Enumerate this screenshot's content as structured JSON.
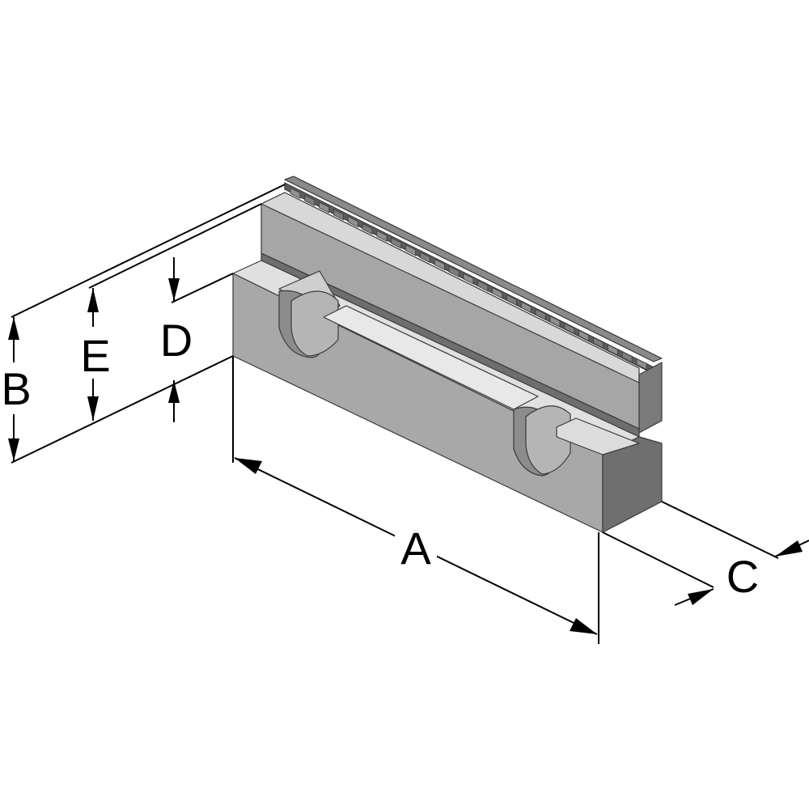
{
  "diagram": {
    "subject": "soft-jaw-block",
    "colors": {
      "background": "#ffffff",
      "face_top_light": "#e6e6e6",
      "face_front": "#a9a9a9",
      "face_side": "#7a7a7a",
      "face_dark": "#6b6b6b",
      "serration": "#555555",
      "dimension_line": "#000000"
    },
    "dimensions": [
      {
        "id": "A",
        "label": "A"
      },
      {
        "id": "B",
        "label": "B"
      },
      {
        "id": "C",
        "label": "C"
      },
      {
        "id": "D",
        "label": "D"
      },
      {
        "id": "E",
        "label": "E"
      }
    ]
  }
}
